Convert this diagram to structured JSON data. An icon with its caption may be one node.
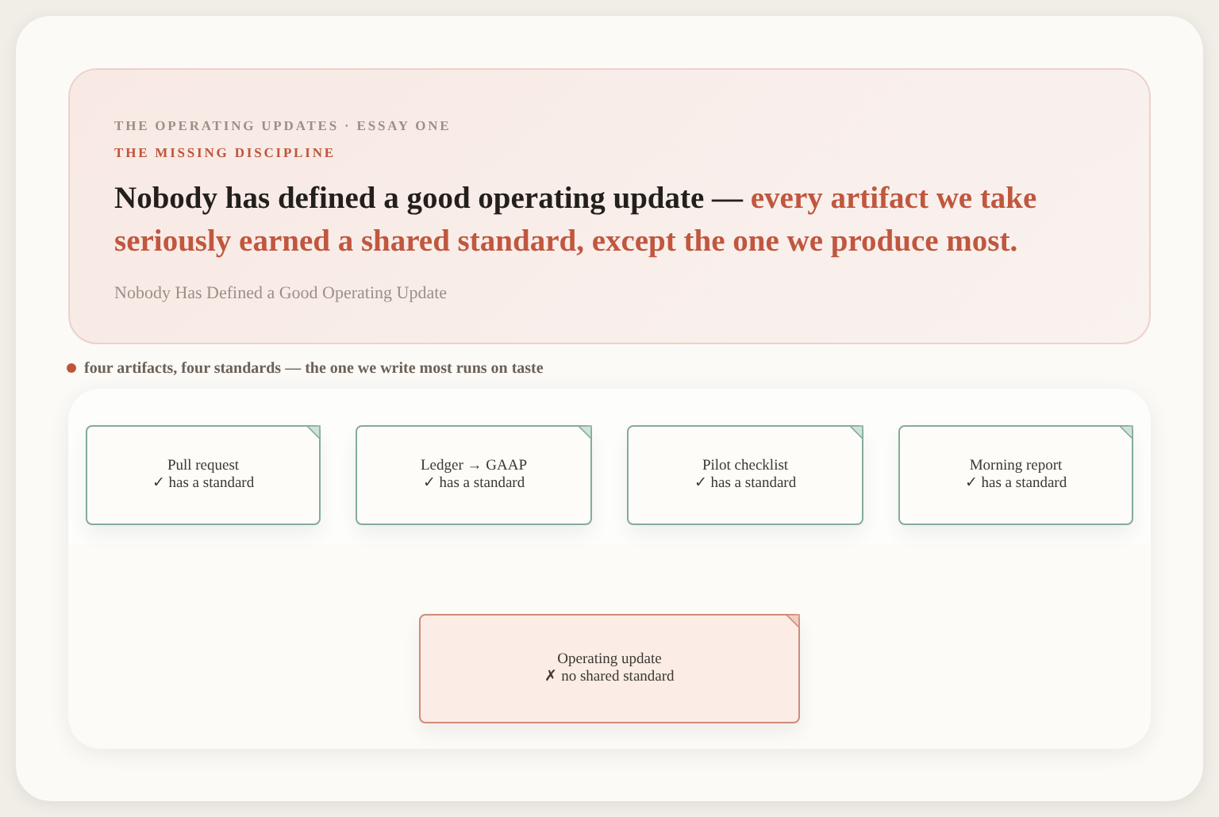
{
  "diagram": {
    "title": "Nobody has defined a good operating update — *every artifact we take seriously earned a shared standard, except the one we produce most.*",
    "nodes": [
      {
        "text": [
          "Pull request",
          "✓ has a standard"
        ]
      },
      {
        "text": [
          "Ledger → GAAP",
          "✓ has a standard"
        ]
      },
      {
        "text": [
          "Pilot checklist",
          "✓ has a standard"
        ]
      },
      {
        "text": [
          "Morning report",
          "✓ has a standard"
        ]
      },
      {
        "text": [
          "Operating update",
          "✗ no shared standard"
        ]
      }
    ],
    "labels": [
      "THE OPERATING UPDATES · ESSAY ONE",
      "THE MISSING DISCIPLINE",
      "Nobody Has Defined a Good Operating Update",
      "four artifacts, four standards — the one we write most runs on taste"
    ]
  }
}
